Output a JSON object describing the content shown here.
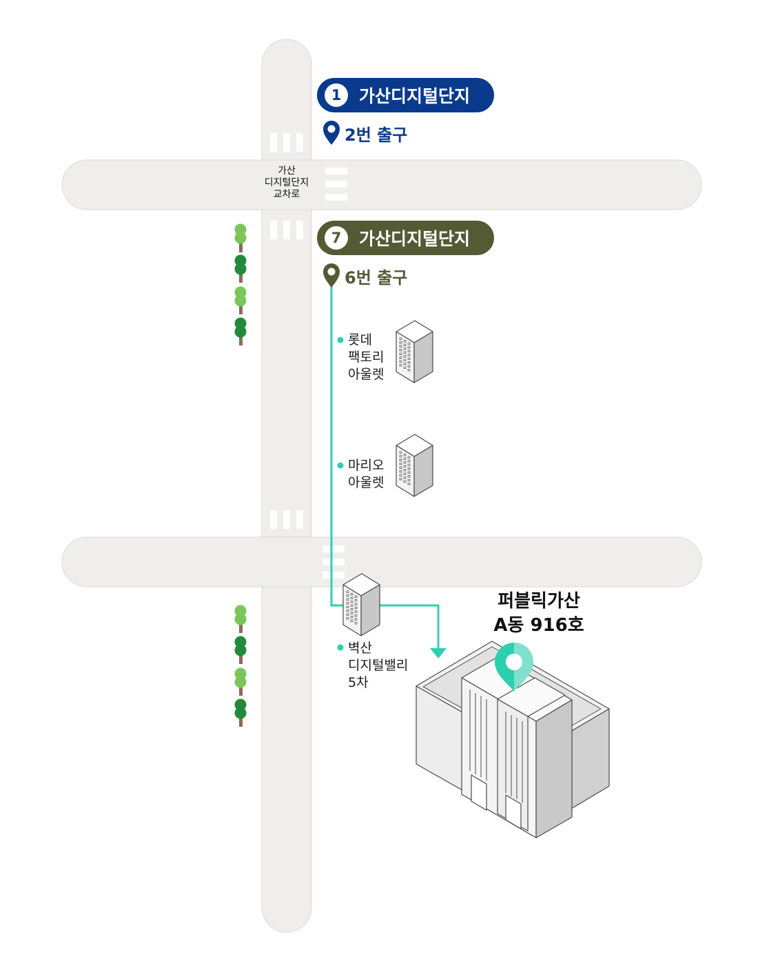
{
  "colors": {
    "road": "#f0eeed",
    "road_edge": "#dcd8d6",
    "line1": "#0a3a8c",
    "line7": "#535a34",
    "route": "#2ecfb0",
    "tree_light": "#7ac65a",
    "tree_dark": "#228b3a",
    "trunk": "#8a6a5a"
  },
  "intersection": {
    "label": "가산\n디지털단지\n교차로"
  },
  "stations": [
    {
      "line_number": "1",
      "name": "가산디지털단지",
      "exit": "2번 출구",
      "color": "#0a3a8c",
      "icon": "map-pin-icon"
    },
    {
      "line_number": "7",
      "name": "가산디지털단지",
      "exit": "6번 출구",
      "color": "#535a34",
      "icon": "map-pin-icon"
    }
  ],
  "landmarks": [
    {
      "name": "롯데\n팩토리\n아울렛",
      "icon": "building-icon"
    },
    {
      "name": "마리오\n아울렛",
      "icon": "building-icon"
    },
    {
      "name": "벽산\n디지털밸리\n5차",
      "icon": "building-icon"
    }
  ],
  "destination": {
    "title_line1": "퍼블릭가산",
    "title_line2": "A동 916호",
    "icon": "destination-pin-icon"
  }
}
